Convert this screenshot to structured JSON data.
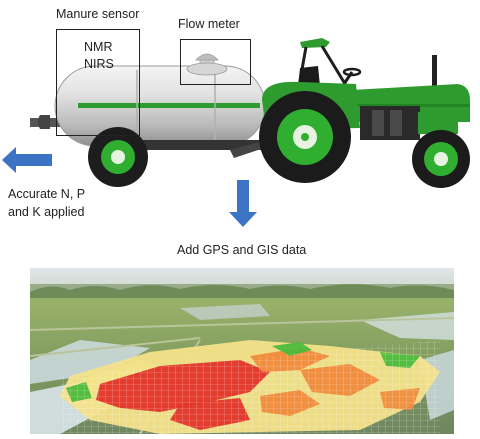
{
  "labels": {
    "manure_sensor": "Manure sensor",
    "nmr": "NMR",
    "nirs": "NIRS",
    "flow_meter": "Flow meter",
    "applied_line1": "Accurate N, P",
    "applied_line2": "and K applied",
    "gps_gis": "Add GPS and GIS data"
  },
  "colors": {
    "tractor_green": "#2e9b2e",
    "arrow_blue": "#3b74c4",
    "tank_silver": "#d8d8d8",
    "map_red": "#e3342a",
    "map_orange": "#f08a3c",
    "map_yellow": "#f3e28a",
    "map_green": "#4cbb3c"
  },
  "icons": {
    "left_arrow": "arrow-left-icon",
    "down_arrow": "arrow-down-icon"
  }
}
